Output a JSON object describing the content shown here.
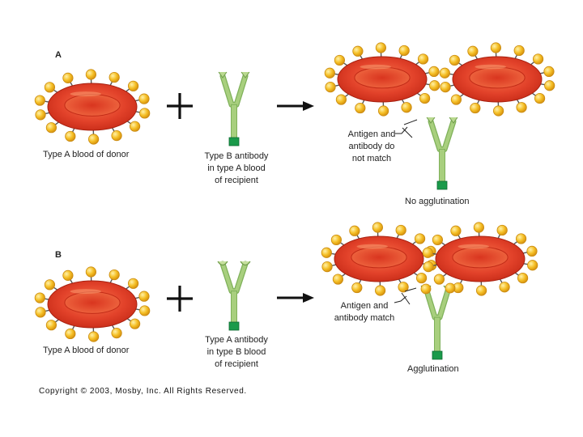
{
  "panel_a": {
    "letter": "A",
    "donor_label": "Type A blood of donor",
    "antibody_label": [
      "Type B antibody",
      "in type A blood",
      "of recipient"
    ],
    "match_label": [
      "Antigen and",
      "antibody do",
      "not match"
    ],
    "result_label": "No agglutination"
  },
  "panel_b": {
    "letter": "B",
    "donor_label": "Type A blood of donor",
    "antibody_label": [
      "Type A antibody",
      "in type B blood",
      "of recipient"
    ],
    "match_label": [
      "Antigen and",
      "antibody match"
    ],
    "result_label": "Agglutination"
  },
  "copyright": "Copyright © 2003, Mosby, Inc. All Rights Reserved.",
  "colors": {
    "cell_outer": "#d8321f",
    "cell_inner": "#ee5a33",
    "antigen": "#f3b81c",
    "antibody": "#a8cf7e",
    "antibody_base": "#1a9a4a"
  }
}
